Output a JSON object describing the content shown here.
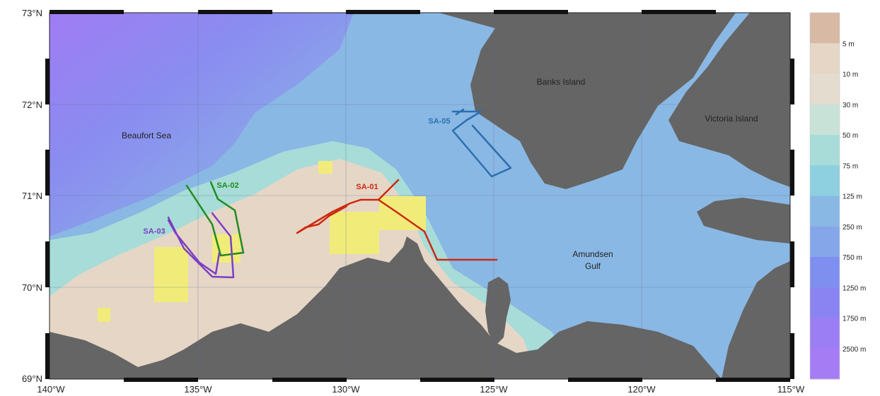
{
  "axes": {
    "lat_labels": [
      "73°N",
      "72°N",
      "71°N",
      "70°N",
      "69°N"
    ],
    "lon_labels": [
      "140°W",
      "135°W",
      "130°W",
      "125°W",
      "120°W",
      "115°W"
    ]
  },
  "place_labels": {
    "beaufort_sea": "Beaufort Sea",
    "banks_island": "Banks Island",
    "victoria_island": "Victoria Island",
    "amundsen_gulf_line1": "Amundsen",
    "amundsen_gulf_line2": "Gulf"
  },
  "transects": [
    {
      "label": "SA-01",
      "color": "#cc2a10"
    },
    {
      "label": "SA-02",
      "color": "#1f8c1f"
    },
    {
      "label": "SA-03",
      "color": "#7b3fc4"
    },
    {
      "label": "SA-05",
      "color": "#2b6fb0"
    }
  ],
  "depth_legend": {
    "labels": [
      "5 m",
      "10 m",
      "30 m",
      "50 m",
      "75 m",
      "125 m",
      "250 m",
      "750 m",
      "1250 m",
      "1750 m",
      "2500 m"
    ],
    "colors": [
      "#d8b9a4",
      "#e6d6c6",
      "#e4dccf",
      "#c8e2d8",
      "#a8dcd8",
      "#8ed0e0",
      "#8ab8e4",
      "#86a6ea",
      "#7f8ff0",
      "#8a84f2",
      "#9c7ef4",
      "#a67cf4"
    ]
  },
  "colors": {
    "land": "#656565",
    "shelf": "#e6d6c6",
    "shallow": "#a8dcd8",
    "mid": "#8ab8e4",
    "deep": "#7f8ff0",
    "deepest": "#9c7ef4",
    "highlight": "#f1ec7a"
  }
}
